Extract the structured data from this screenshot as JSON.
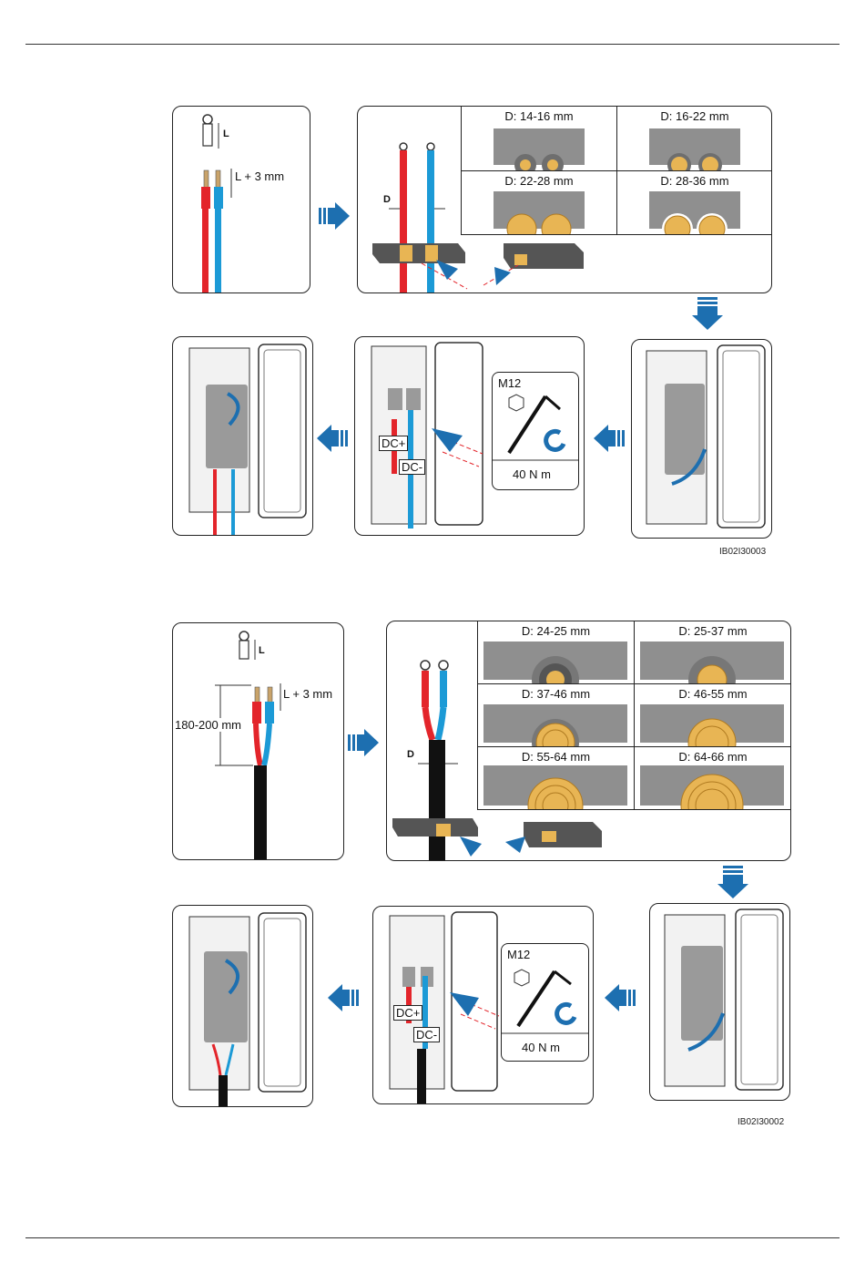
{
  "figures": [
    {
      "id": "IB02I30003",
      "wire_prep": {
        "lug_len": "L",
        "strip_len": "L + 3 mm"
      },
      "cable_label": "D",
      "sizes": [
        "D: 14-16 mm",
        "D: 16-22 mm",
        "D: 22-28 mm",
        "D: 28-36 mm"
      ],
      "tool": {
        "bolt": "M12",
        "torque": "40 N m"
      },
      "terminals": {
        "pos": "DC+",
        "neg": "DC-"
      }
    },
    {
      "id": "IB02I30002",
      "wire_prep": {
        "lug_len": "L",
        "strip_len": "L + 3 mm",
        "jacket_len": "180-200 mm"
      },
      "cable_label": "D",
      "sizes": [
        "D: 24-25 mm",
        "D: 25-37 mm",
        "D: 37-46 mm",
        "D: 46-55 mm",
        "D: 55-64 mm",
        "D: 64-66 mm"
      ],
      "tool": {
        "bolt": "M12",
        "torque": "40 N m"
      },
      "terminals": {
        "pos": "DC+",
        "neg": "DC-"
      }
    }
  ],
  "colors": {
    "red": "#e3252b",
    "blue": "#1c9ad6",
    "arrow": "#1d6fb0",
    "gold": "#e8b554",
    "gray": "#8f8f8f"
  }
}
